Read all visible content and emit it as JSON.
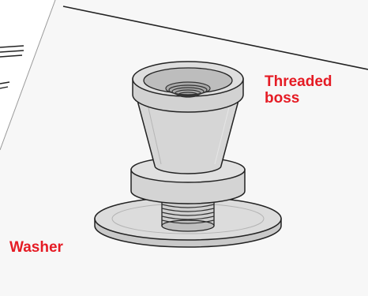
{
  "labels": {
    "threaded_boss": "Threaded\nboss",
    "washer": "Washer"
  },
  "colors": {
    "label_color": "#e51b24",
    "outline": "#222222",
    "part_fill": "#d9d9d9",
    "part_shade": "#b8b8b8",
    "paper": "#f7f7f7",
    "background": "#ececec"
  },
  "icons": {
    "part": "threaded-boss-with-washer-illustration"
  }
}
